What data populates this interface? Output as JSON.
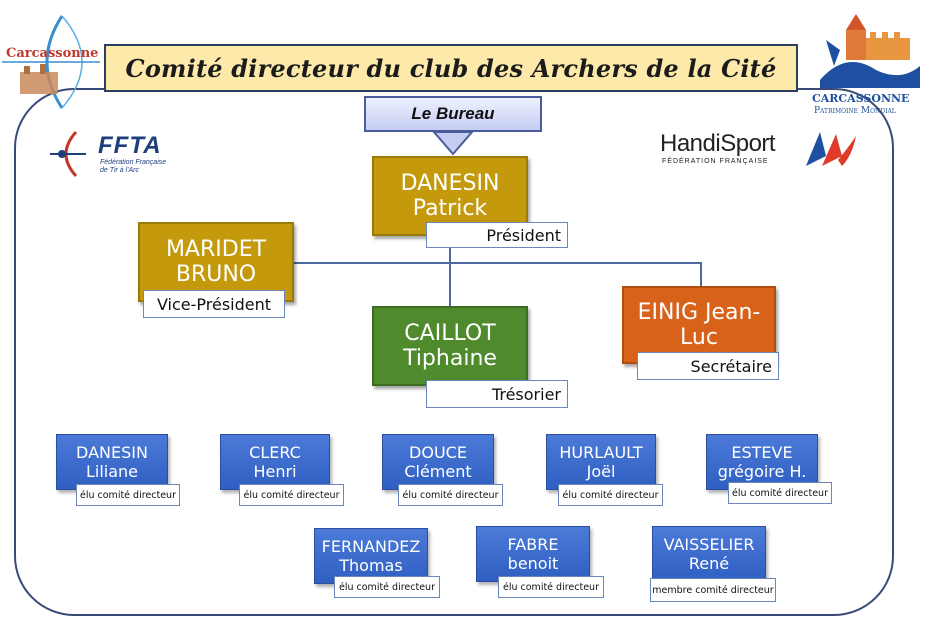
{
  "title": "Comité directeur du club des Archers de la Cité",
  "bureau_label": "Le Bureau",
  "logos": {
    "carcassonne_left": "Carcassonne",
    "carcassonne_right_1": "CARCASSONNE",
    "carcassonne_right_2": "Patrimoine Mondial",
    "ffta": "FFTA",
    "ffta_sub_1": "Fédération Française",
    "ffta_sub_2": "de Tir à l'Arc",
    "handisport": "HandiSport",
    "handisport_sub": "FÉDÉRATION FRANÇAISE"
  },
  "bureau": {
    "president": {
      "name_1": "DANESIN",
      "name_2": "Patrick",
      "role": "Président"
    },
    "vice_president": {
      "name_1": "MARIDET",
      "name_2": "BRUNO",
      "role": "Vice-Président"
    },
    "treasurer": {
      "name_1": "CAILLOT",
      "name_2": "Tiphaine",
      "role": "Trésorier"
    },
    "secretary": {
      "name_1": "EINIG Jean-",
      "name_2": "Luc",
      "role": "Secrétaire"
    }
  },
  "committee": [
    {
      "name_1": "DANESIN",
      "name_2": "Liliane",
      "role": "élu comité directeur"
    },
    {
      "name_1": "CLERC",
      "name_2": "Henri",
      "role": "élu comité directeur"
    },
    {
      "name_1": "DOUCE",
      "name_2": "Clément",
      "role": "élu comité directeur"
    },
    {
      "name_1": "HURLAULT",
      "name_2": "Joël",
      "role": "élu comité directeur"
    },
    {
      "name_1": "ESTEVE",
      "name_2": "grégoire H.",
      "role": "élu comité directeur"
    },
    {
      "name_1": "FERNANDEZ",
      "name_2": "Thomas",
      "role": "élu comité directeur"
    },
    {
      "name_1": "FABRE",
      "name_2": "benoit",
      "role": "élu comité directeur"
    },
    {
      "name_1": "VAISSELIER",
      "name_2": "René",
      "role": "membre comité directeur"
    }
  ],
  "colors": {
    "president": "#c49a0c",
    "vice_president": "#c49a0c",
    "treasurer": "#4f8a2c",
    "secretary": "#d8621a",
    "committee": "#3a68cc",
    "banner": "#fde9a9"
  }
}
